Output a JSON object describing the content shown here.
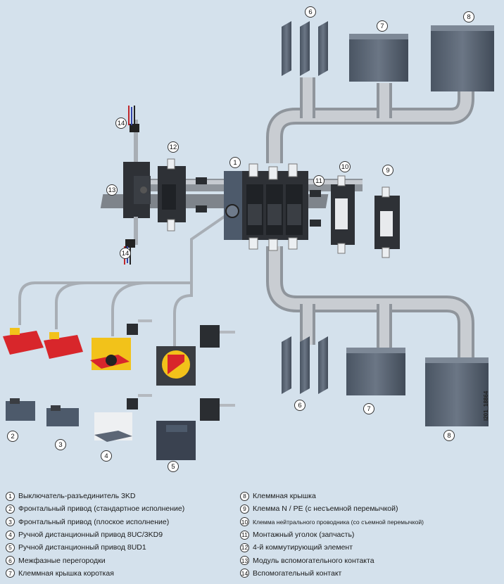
{
  "code": "I201_18864",
  "callouts": [
    "1",
    "2",
    "3",
    "4",
    "5",
    "6",
    "6",
    "7",
    "7",
    "8",
    "8",
    "9",
    "10",
    "11",
    "12",
    "13",
    "14",
    "14"
  ],
  "legend_left": [
    {
      "num": "1",
      "text": "Выключатель-разъединитель 3KD"
    },
    {
      "num": "2",
      "text": "Фронтальный привод (стандартное исполнение)"
    },
    {
      "num": "3",
      "text": "Фронтальный привод (плоское исполнение)"
    },
    {
      "num": "4",
      "text": "Ручной дистанционный привод 8UC/3KD9"
    },
    {
      "num": "5",
      "text": "Ручной дистанционный привод 8UD1"
    },
    {
      "num": "6",
      "text": "Межфазные перегородки"
    },
    {
      "num": "7",
      "text": "Клеммная крышка короткая"
    }
  ],
  "legend_right": [
    {
      "num": "8",
      "text": "Клеммная крышка"
    },
    {
      "num": "9",
      "text": "Клемма N / PE (с несъемной перемычкой)"
    },
    {
      "num": "10",
      "text": "Клемма нейтрального проводника (со съемной перемычкой)"
    },
    {
      "num": "11",
      "text": "Монтажный уголок (запчасть)"
    },
    {
      "num": "12",
      "text": "4-й коммутирующий элемент"
    },
    {
      "num": "13",
      "text": "Модуль вспомогательного контакта"
    },
    {
      "num": "14",
      "text": "Вспомогательный контакт"
    }
  ],
  "colors": {
    "background": "#d4e1ec",
    "tube": "#b4b9bf",
    "part_dark": "#3a3d42",
    "part_blue": "#4d5a6b",
    "handle_red": "#d8262b",
    "handle_yellow": "#f2c21a"
  }
}
